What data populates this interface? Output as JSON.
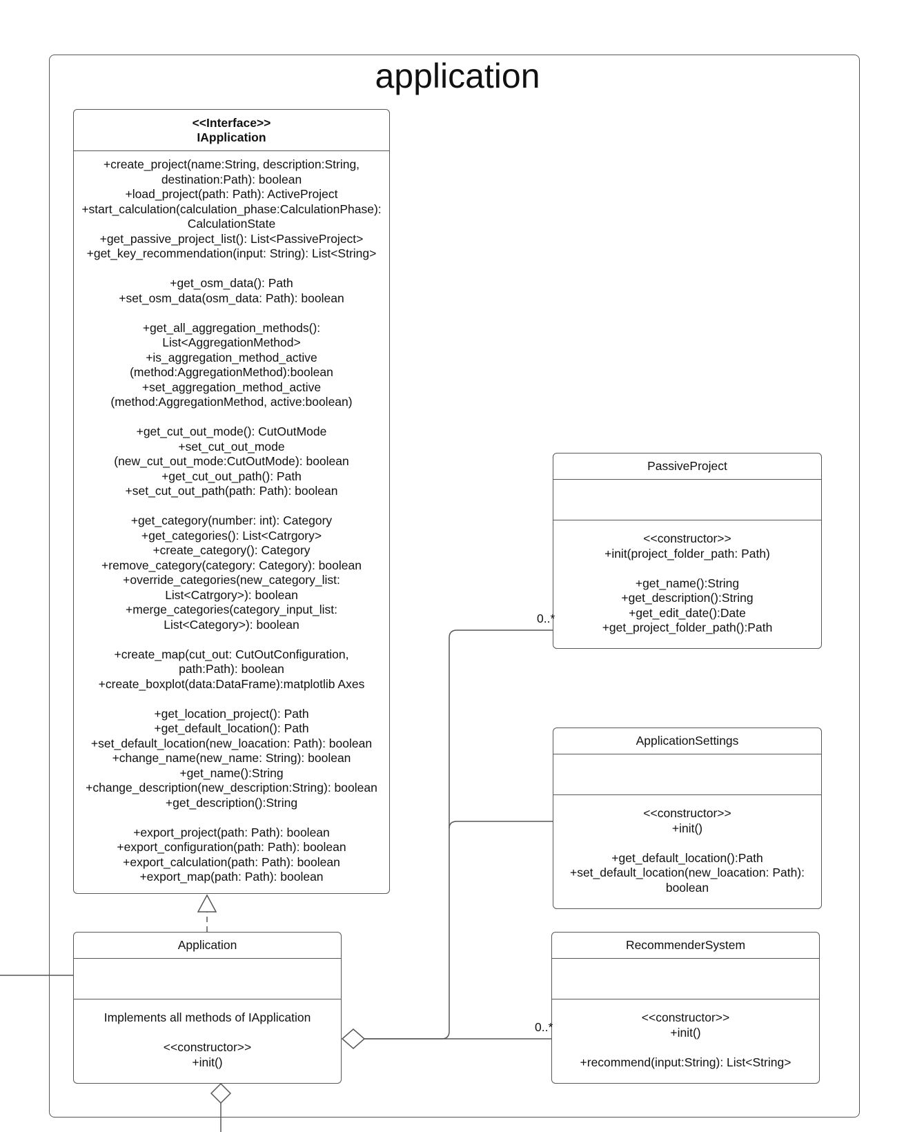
{
  "package": {
    "title": "application"
  },
  "interface": {
    "stereotype": "<<Interface>>",
    "name": "IApplication",
    "methods": [
      "+create_project(name:String, description:String,",
      "destination:Path): boolean",
      "+load_project(path: Path): ActiveProject",
      "+start_calculation(calculation_phase:CalculationPhase):",
      "CalculationState",
      "+get_passive_project_list(): List<PassiveProject>",
      "+get_key_recommendation(input: String): List<String>",
      "",
      "+get_osm_data(): Path",
      "+set_osm_data(osm_data: Path): boolean",
      "",
      "+get_all_aggregation_methods():",
      "List<AggregationMethod>",
      "+is_aggregation_method_active",
      "(method:AggregationMethod):boolean",
      "+set_aggregation_method_active",
      "(method:AggregationMethod, active:boolean)",
      "",
      "+get_cut_out_mode(): CutOutMode",
      "+set_cut_out_mode",
      "(new_cut_out_mode:CutOutMode): boolean",
      "+get_cut_out_path(): Path",
      "+set_cut_out_path(path: Path): boolean",
      "",
      "+get_category(number: int): Category",
      "+get_categories(): List<Catrgory>",
      "+create_category(): Category",
      "+remove_category(category: Category): boolean",
      "+override_categories(new_category_list:",
      "List<Catrgory>): boolean",
      "+merge_categories(category_input_list:",
      "List<Category>): boolean",
      "",
      "+create_map(cut_out: CutOutConfiguration,",
      "path:Path): boolean",
      "+create_boxplot(data:DataFrame):matplotlib Axes",
      "",
      "+get_location_project(): Path",
      "+get_default_location(): Path",
      "+set_default_location(new_loacation: Path): boolean",
      "+change_name(new_name: String): boolean",
      "+get_name():String",
      "+change_description(new_description:String): boolean",
      "+get_description():String",
      "",
      "+export_project(path: Path): boolean",
      "+export_configuration(path: Path): boolean",
      "+export_calculation(path: Path): boolean",
      "+export_map(path: Path): boolean"
    ]
  },
  "application": {
    "name": "Application",
    "methods": [
      "Implements all methods of IApplication",
      "",
      "<<constructor>>",
      "+init()"
    ]
  },
  "passive_project": {
    "name": "PassiveProject",
    "methods": [
      "<<constructor>>",
      "+init(project_folder_path: Path)",
      "",
      "+get_name():String",
      "+get_description():String",
      "+get_edit_date():Date",
      "+get_project_folder_path():Path"
    ]
  },
  "application_settings": {
    "name": "ApplicationSettings",
    "methods": [
      "<<constructor>>",
      "+init()",
      "",
      "+get_default_location():Path",
      "+set_default_location(new_loacation: Path):",
      "boolean"
    ]
  },
  "recommender_system": {
    "name": "RecommenderSystem",
    "methods": [
      "<<constructor>>",
      "+init()",
      "",
      "+recommend(input:String): List<String>"
    ]
  },
  "multiplicities": {
    "passive_project": "0..*",
    "recommender_system": "0..*"
  }
}
